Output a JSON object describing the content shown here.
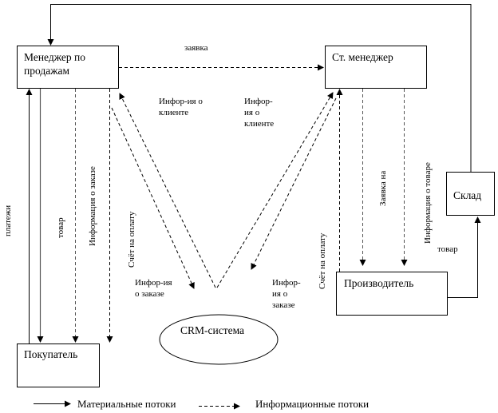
{
  "nodes": {
    "sales_manager": "Менеджер по продажам",
    "senior_manager": "Ст. менеджер",
    "warehouse": "Склад",
    "manufacturer": "Производитель",
    "buyer": "Покупатель",
    "crm": "CRM-система"
  },
  "edge_labels": {
    "request": "заявка",
    "client_info_left": "Инфор-ия о клиенте",
    "client_info_right_l1": "Инфор-",
    "client_info_right_l2": "ия о",
    "client_info_right_l3": "клиенте",
    "payments": "платежи",
    "goods_left": "товар",
    "order_info_vertical": "Информация о заказе",
    "invoice_left": "Счёт на оплату",
    "order_info_left_l1": "Инфор-ия",
    "order_info_left_l2": "о заказе",
    "order_info_right_l1": "Инфор-",
    "order_info_right_l2": "ия о",
    "order_info_right_l3": "заказе",
    "invoice_right": "Счёт на оплату",
    "request_for": "Заявка на",
    "product_info": "Информация о товаре",
    "goods_right": "товар"
  },
  "legend": {
    "material": "Материальные потоки",
    "information": "Информационные потоки"
  }
}
